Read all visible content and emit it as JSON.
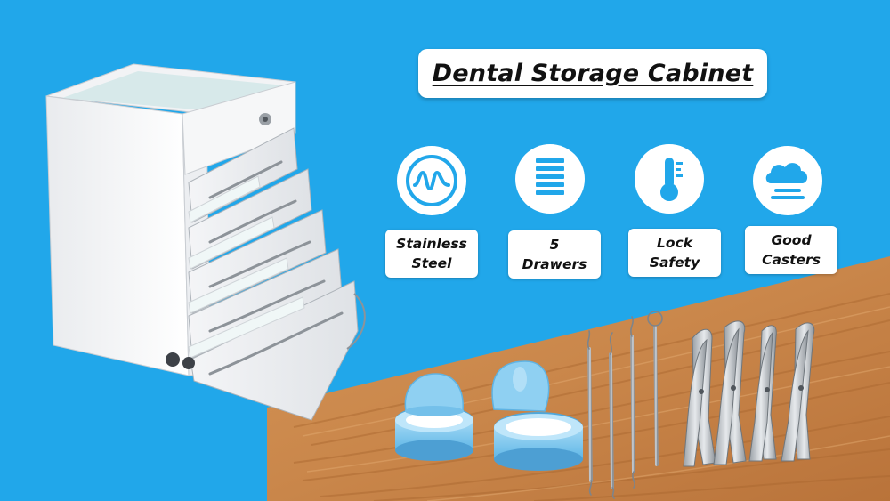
{
  "title": "Dental Storage Cabinet",
  "colors": {
    "sky": "#21a7ea",
    "wood": "#c9864a",
    "icon_blue": "#21a7ea",
    "case_blue": "#7cc5ec",
    "steel": "#c8ccd0"
  },
  "features": [
    {
      "icon": "wave-icon",
      "line1": "Stainless",
      "line2": "Steel"
    },
    {
      "icon": "drawers-icon",
      "line1": "5",
      "line2": "Drawers"
    },
    {
      "icon": "thermometer-icon",
      "line1": "Lock",
      "line2": "Safety"
    },
    {
      "icon": "cloud-icon",
      "line1": "Good",
      "line2": "Casters"
    }
  ],
  "illustrations": {
    "cabinet": "cabinet-illustration",
    "cases": "denture-case-illustration",
    "instruments": "dental-probe-illustration",
    "forceps": "forceps-illustration"
  }
}
